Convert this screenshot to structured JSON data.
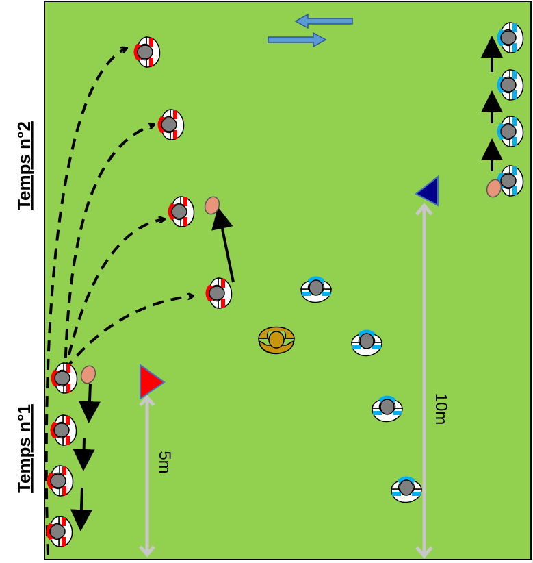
{
  "labels": {
    "phase_1": "Temps n°1",
    "phase_2": "Temps n°2",
    "distance_short": "5m",
    "distance_long": "10m"
  },
  "colors": {
    "field": "#92D050",
    "field_border": "#000000",
    "team_attack": "#FF0000",
    "team_defense": "#00B0F0",
    "head": "#808080",
    "ball": "#E8967A",
    "cone_red": "#FF0000",
    "cone_blue": "#00008B",
    "measure": "#C8C8C8",
    "direction_arrow": "#5B9BD5",
    "coach_ring": "#C8960C"
  },
  "icons": {
    "player": "player-icon",
    "ball": "ball-icon",
    "cone": "cone-icon",
    "coach": "coach-icon",
    "direction": "direction-arrow-icon"
  }
}
